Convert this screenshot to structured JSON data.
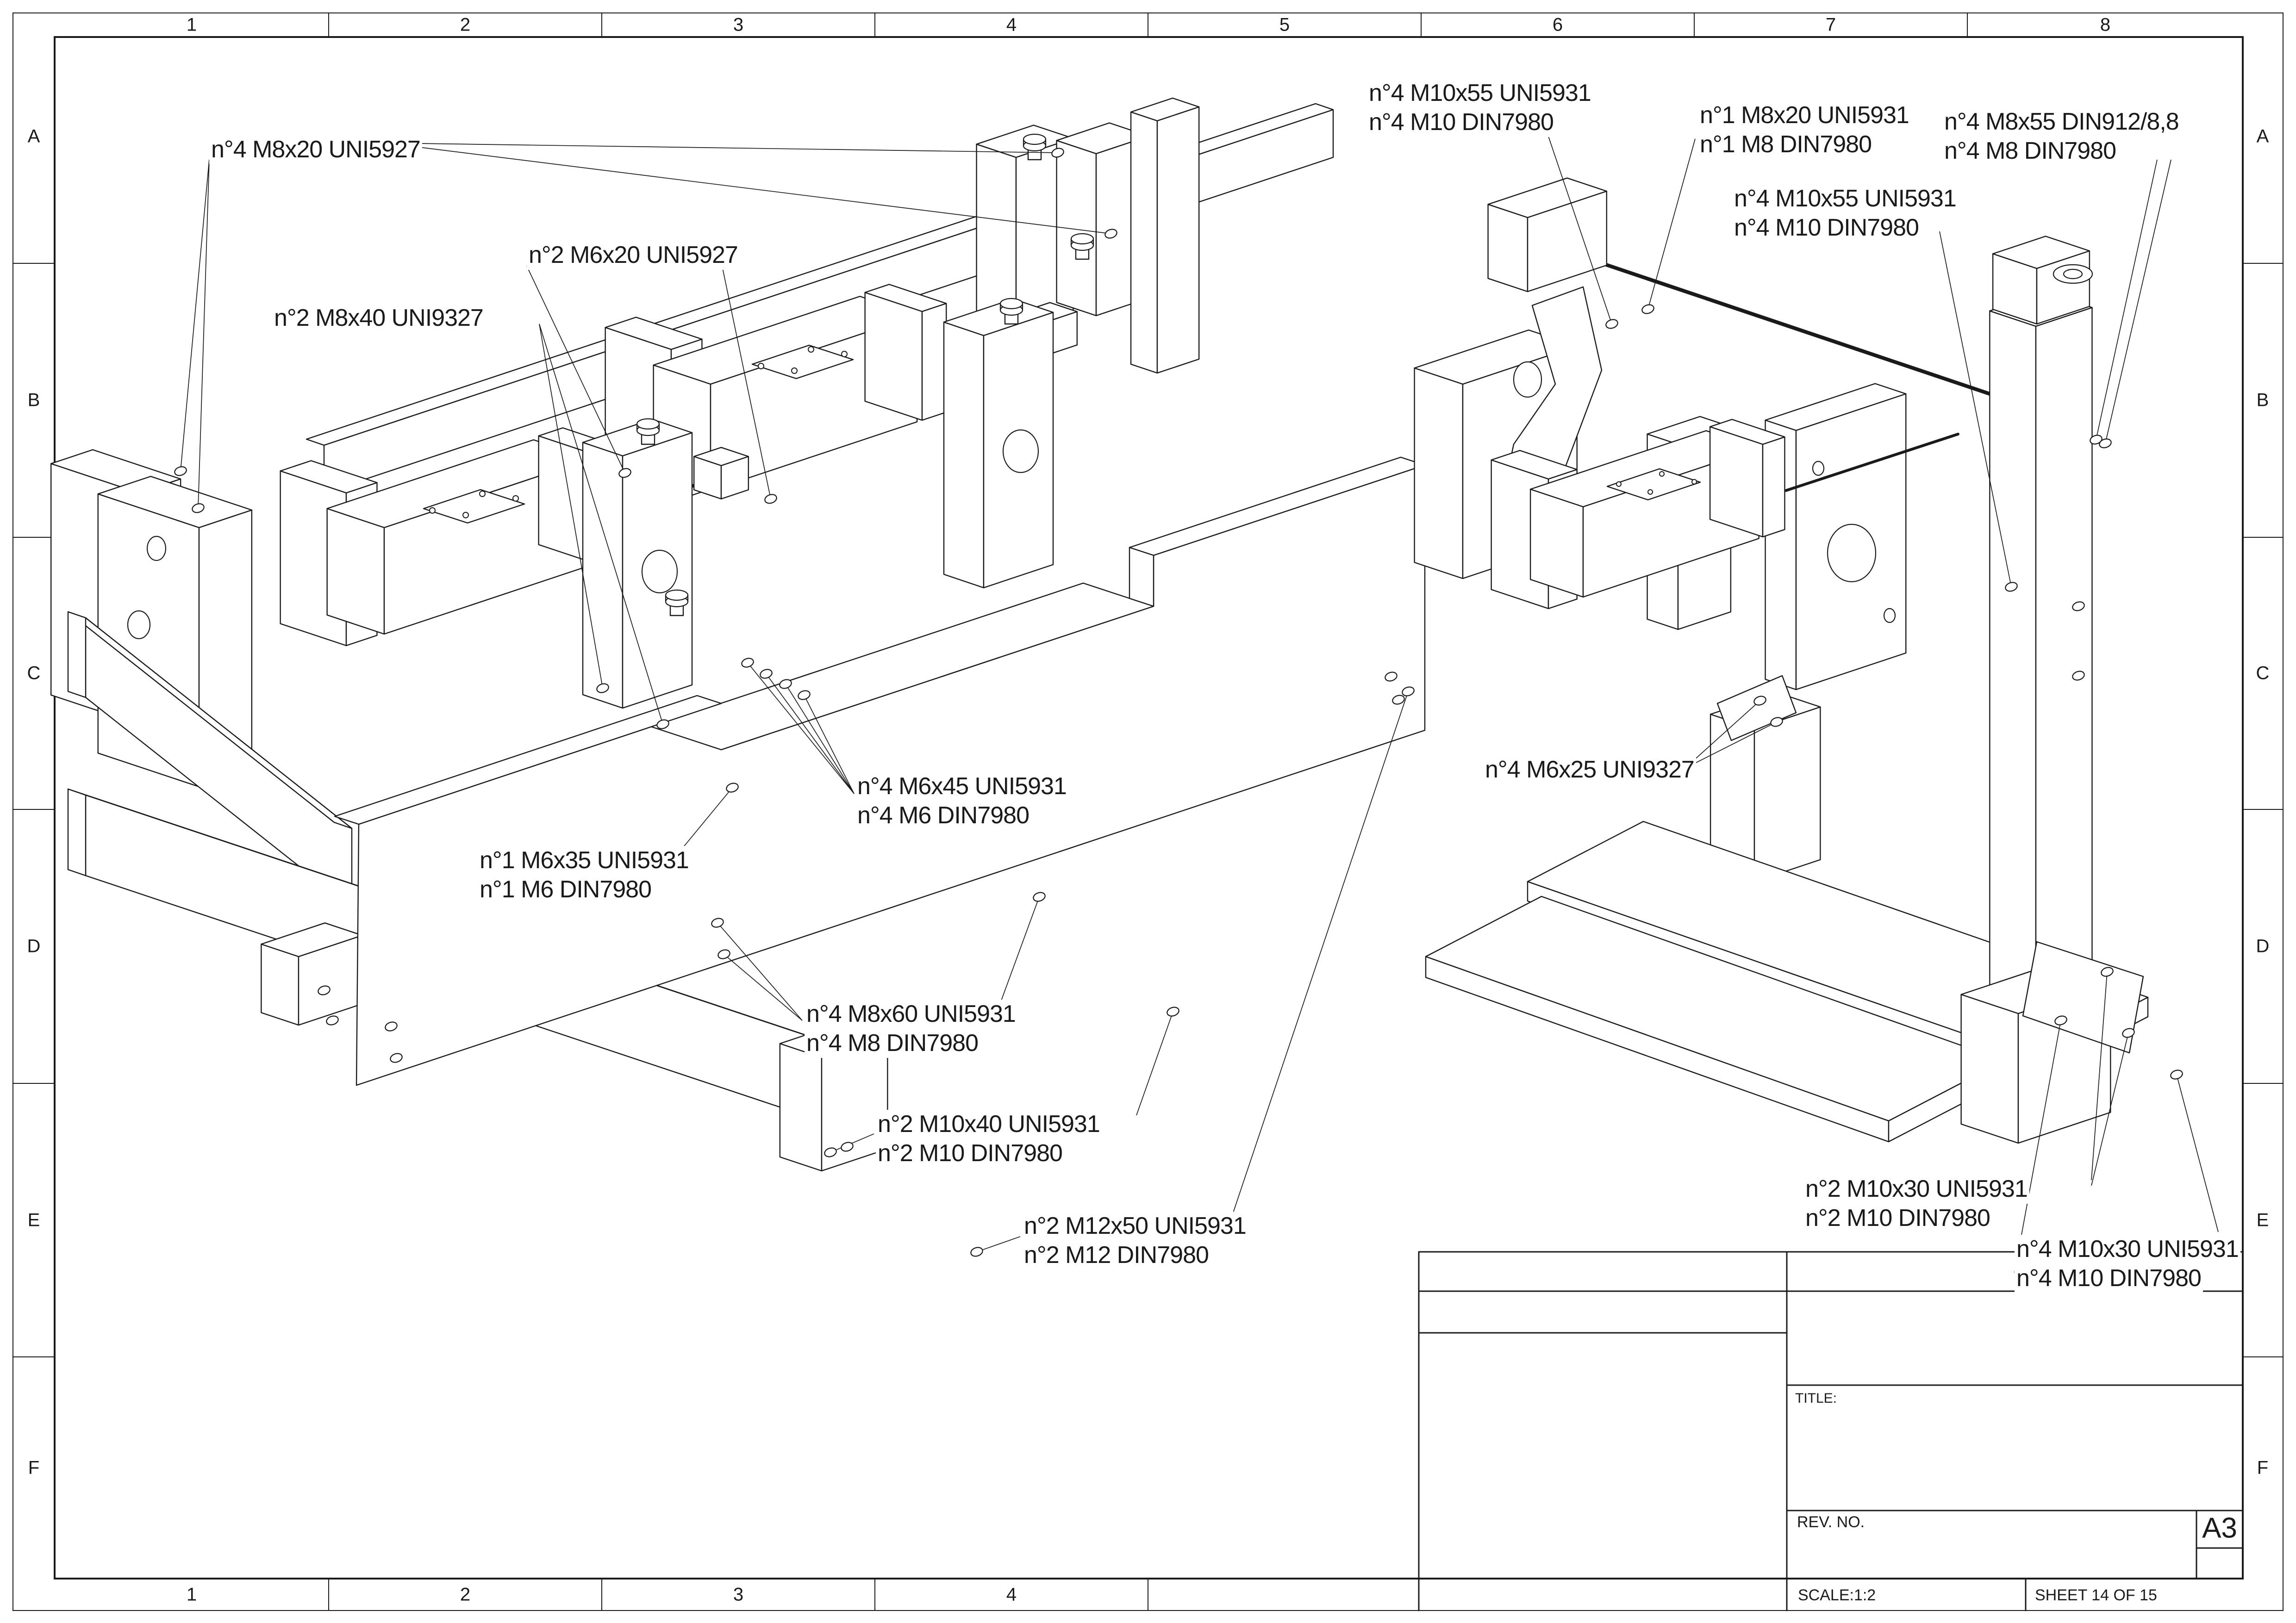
{
  "sheet": {
    "format_label": "A3",
    "scale": "SCALE:1:2",
    "sheet_number": "SHEET 14 OF 15",
    "title_label": "TITLE:",
    "rev_label": "REV. NO."
  },
  "grid": {
    "columns": [
      "1",
      "2",
      "3",
      "4",
      "5",
      "6",
      "7",
      "8"
    ],
    "bottom_columns": [
      "1",
      "2",
      "3",
      "4"
    ],
    "rows": [
      "A",
      "B",
      "C",
      "D",
      "E",
      "F"
    ]
  },
  "callouts": [
    {
      "lines": [
        "n°4 M8x20 UNI5927"
      ]
    },
    {
      "lines": [
        "n°2 M6x20 UNI5927"
      ]
    },
    {
      "lines": [
        "n°2 M8x40 UNI9327"
      ]
    },
    {
      "lines": [
        "n°4 M10x55 UNI5931",
        "n°4 M10 DIN7980"
      ]
    },
    {
      "lines": [
        "n°1 M8x20 UNI5931",
        "n°1 M8 DIN7980"
      ]
    },
    {
      "lines": [
        "n°4 M8x55 DIN912/8,8",
        "n°4 M8 DIN7980"
      ]
    },
    {
      "lines": [
        "n°4 M10x55 UNI5931",
        "n°4 M10 DIN7980"
      ]
    },
    {
      "lines": [
        "n°4 M6x45 UNI5931",
        "n°4 M6 DIN7980"
      ]
    },
    {
      "lines": [
        "n°1 M6x35 UNI5931",
        "n°1 M6 DIN7980"
      ]
    },
    {
      "lines": [
        "n°4 M8x60 UNI5931",
        "n°4 M8 DIN7980"
      ]
    },
    {
      "lines": [
        "n°2 M10x40 UNI5931",
        "n°2 M10 DIN7980"
      ]
    },
    {
      "lines": [
        "n°2 M12x50 UNI5931",
        "n°2 M12 DIN7980"
      ]
    },
    {
      "lines": [
        "n°4 M6x25 UNI9327"
      ]
    },
    {
      "lines": [
        "n°2 M10x30 UNI5931",
        "n°2 M10 DIN7980"
      ]
    },
    {
      "lines": [
        "n°4 M10x30 UNI5931",
        "n°4 M10 DIN7980"
      ]
    }
  ],
  "line_color": "#1a1a1a"
}
